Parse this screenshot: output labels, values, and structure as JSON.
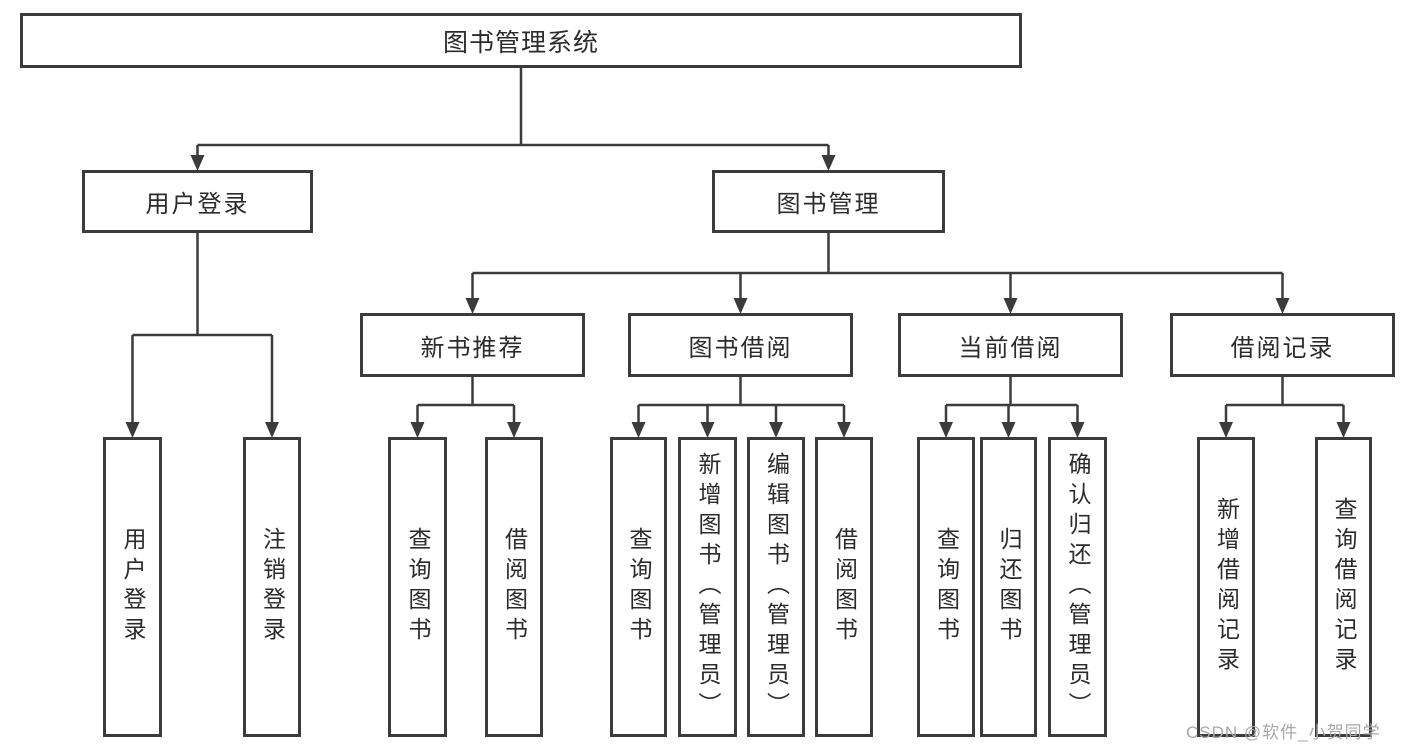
{
  "colors": {
    "background": "#ffffff",
    "line": "#3b3b3b",
    "text": "#2b2b2b",
    "watermark_gray": "#a8a8a8"
  },
  "tree": {
    "label": "图书管理系统",
    "children": [
      {
        "label": "用户登录",
        "children": [
          {
            "label": "用户登录"
          },
          {
            "label": "注销登录"
          }
        ]
      },
      {
        "label": "图书管理",
        "children": [
          {
            "label": "新书推荐",
            "children": [
              {
                "label": "查询图书"
              },
              {
                "label": "借阅图书"
              }
            ]
          },
          {
            "label": "图书借阅",
            "children": [
              {
                "label": "查询图书"
              },
              {
                "label": "新增图书（管理员）"
              },
              {
                "label": "编辑图书（管理员）"
              },
              {
                "label": "借阅图书"
              }
            ]
          },
          {
            "label": "当前借阅",
            "children": [
              {
                "label": "查询图书"
              },
              {
                "label": "归还图书"
              },
              {
                "label": "确认归还（管理员）"
              }
            ]
          },
          {
            "label": "借阅记录",
            "children": [
              {
                "label": "新增借阅记录"
              },
              {
                "label": "查询借阅记录"
              }
            ]
          }
        ]
      }
    ]
  },
  "watermark": {
    "text": "CSDN @软件_小贺同学"
  }
}
